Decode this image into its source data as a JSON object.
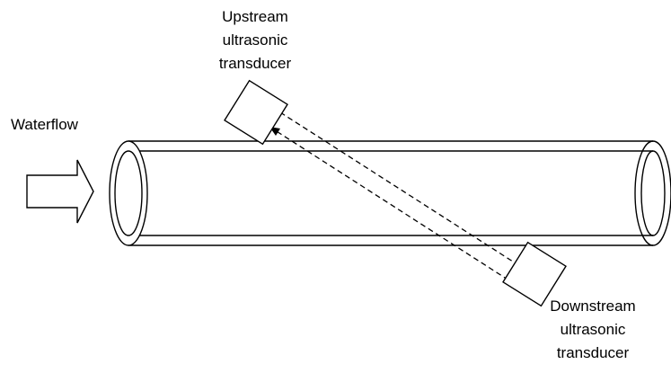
{
  "labels": {
    "waterflow": "Waterflow",
    "upstream": [
      "Upstream",
      "ultrasonic",
      "transducer"
    ],
    "downstream": [
      "Downstream",
      "ultrasonic",
      "transducer"
    ]
  },
  "colors": {
    "stroke": "#000000",
    "background": "#ffffff"
  }
}
